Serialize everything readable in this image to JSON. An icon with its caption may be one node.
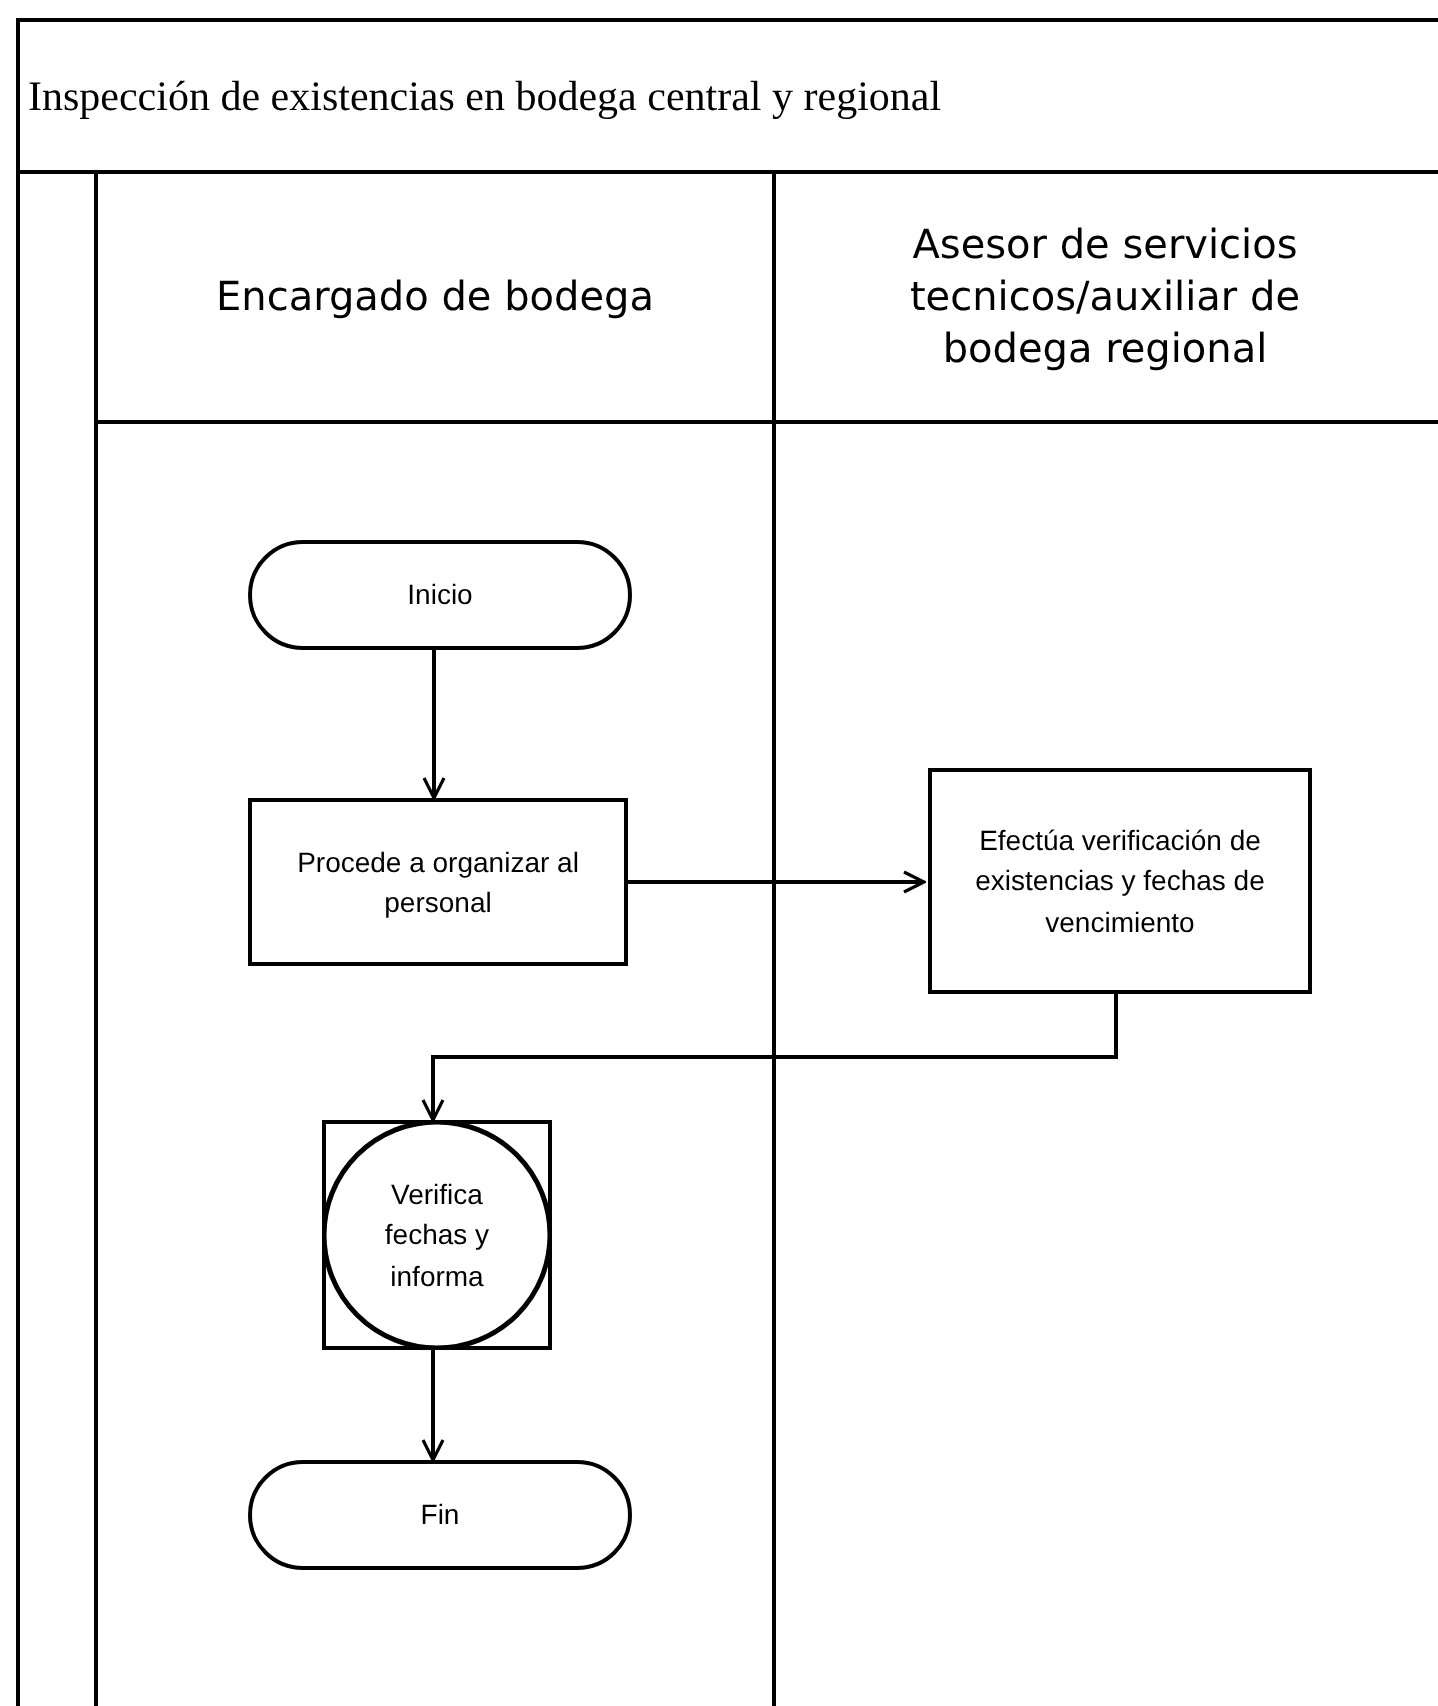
{
  "diagram": {
    "nodes": [
      {
        "text": [
          "Inspección de existencias en bodega central y regional"
        ]
      },
      {
        "text": [
          "Encargado de bodega"
        ],
        "in": 0
      },
      {
        "text": [
          "Asesor de servicios tecnicos/auxiliar de bodega regional"
        ],
        "in": 0
      },
      {
        "text": [
          "Inicio"
        ],
        "in": 1
      },
      {
        "text": [
          "Procede a organizar al personal"
        ],
        "in": 1
      },
      {
        "text": [
          "Efectúa verificación de existencias y fechas de vencimiento"
        ],
        "in": 2
      },
      {
        "text": [
          "Verifica fechas y informa"
        ],
        "in": 1
      },
      {
        "text": [
          "Fin"
        ],
        "in": 1
      }
    ],
    "edges": [
      {
        "from": 3,
        "to": 4,
        "arrow": "to"
      },
      {
        "from": 4,
        "to": 5,
        "arrow": "to"
      },
      {
        "from": 5,
        "to": 6,
        "arrow": "to"
      },
      {
        "from": 6,
        "to": 7,
        "arrow": "to"
      }
    ]
  }
}
